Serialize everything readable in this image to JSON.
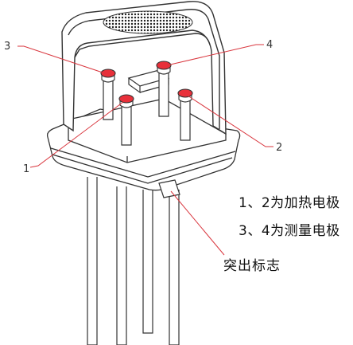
{
  "callouts": {
    "pin1": "1",
    "pin2": "2",
    "pin3": "3",
    "pin4": "4"
  },
  "legend": {
    "line1": "1、2为加热电极",
    "line2": "3、4为测量电极"
  },
  "marker_label": "突出标志",
  "colors": {
    "pin_cap": "#e8303a",
    "leader_line": "#d9363e",
    "outline": "#333333"
  }
}
